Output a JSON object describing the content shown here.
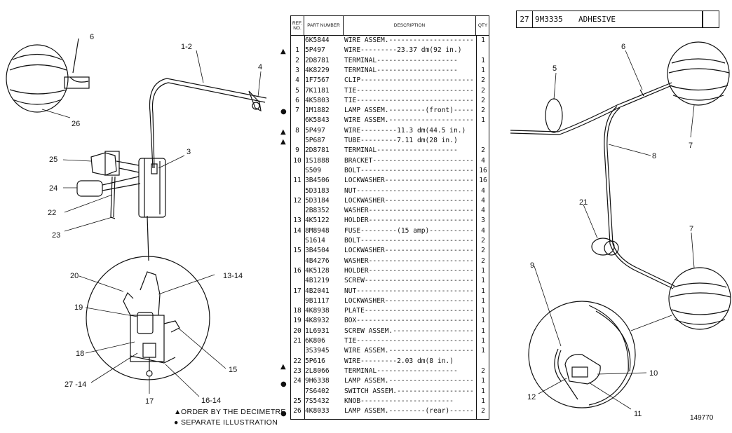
{
  "table": {
    "headers": {
      "ref": "REF. NO.",
      "part": "PART NUMBER",
      "desc": "DESCRIPTION",
      "qty": "QTY"
    },
    "rows": [
      {
        "ref": "",
        "pn": "6K5844",
        "desc": "WIRE ASSEM.---------------------",
        "qty": "1"
      },
      {
        "ref": "1",
        "pn": "5P497",
        "desc": "     WIRE---------23.37 dm(92 in.)",
        "qty": ""
      },
      {
        "ref": "2",
        "pn": "2D8781",
        "desc": "     TERMINAL--------------------",
        "qty": "1"
      },
      {
        "ref": "3",
        "pn": "4K8229",
        "desc": "     TERMINAL--------------------",
        "qty": "1"
      },
      {
        "ref": "4",
        "pn": "1F7567",
        "desc": "CLIP-----------------------------",
        "qty": "2"
      },
      {
        "ref": "5",
        "pn": "7K1181",
        "desc": "TIE------------------------------",
        "qty": "2"
      },
      {
        "ref": "6",
        "pn": "4K5803",
        "desc": "TIE------------------------------",
        "qty": "2"
      },
      {
        "ref": "7",
        "pn": "1M1882",
        "desc": "LAMP ASSEM.---------(front)------",
        "qty": "2"
      },
      {
        "ref": "",
        "pn": "6K5843",
        "desc": "WIRE ASSEM.---------------------",
        "qty": "1"
      },
      {
        "ref": "8",
        "pn": "5P497",
        "desc": "     WIRE---------11.3 dm(44.5 in.)",
        "qty": ""
      },
      {
        "ref": "",
        "pn": "5P687",
        "desc": "     TUBE---------7.11 dm(28 in.)",
        "qty": ""
      },
      {
        "ref": "9",
        "pn": "2D8781",
        "desc": "     TERMINAL--------------------",
        "qty": "2"
      },
      {
        "ref": "10",
        "pn": "1S1888",
        "desc": "BRACKET-------------------------",
        "qty": "4"
      },
      {
        "ref": "",
        "pn": "S509",
        "desc": "BOLT----------------------------",
        "qty": "16"
      },
      {
        "ref": "11",
        "pn": "3B4506",
        "desc": "LOCKWASHER----------------------",
        "qty": "16"
      },
      {
        "ref": "",
        "pn": "5D3183",
        "desc": "NUT-----------------------------",
        "qty": "4"
      },
      {
        "ref": "12",
        "pn": "5D3184",
        "desc": "LOCKWASHER----------------------",
        "qty": "4"
      },
      {
        "ref": "",
        "pn": "2B8352",
        "desc": "WASHER--------------------------",
        "qty": "4"
      },
      {
        "ref": "13",
        "pn": "4K5122",
        "desc": "HOLDER--------------------------",
        "qty": "3"
      },
      {
        "ref": "14",
        "pn": "8M8948",
        "desc": "FUSE---------(15 amp)-----------",
        "qty": "4"
      },
      {
        "ref": "",
        "pn": "S1614",
        "desc": "BOLT----------------------------",
        "qty": "2"
      },
      {
        "ref": "15",
        "pn": "3B4504",
        "desc": "LOCKWASHER----------------------",
        "qty": "2"
      },
      {
        "ref": "",
        "pn": "4B4276",
        "desc": "WASHER--------------------------",
        "qty": "2"
      },
      {
        "ref": "16",
        "pn": "4K5128",
        "desc": "HOLDER--------------------------",
        "qty": "1"
      },
      {
        "ref": "",
        "pn": "4B1219",
        "desc": "SCREW---------------------------",
        "qty": "1"
      },
      {
        "ref": "17",
        "pn": "4B2041",
        "desc": "NUT-----------------------------",
        "qty": "1"
      },
      {
        "ref": "",
        "pn": "9B1117",
        "desc": "LOCKWASHER----------------------",
        "qty": "1"
      },
      {
        "ref": "18",
        "pn": "4K8938",
        "desc": "PLATE---------------------------",
        "qty": "1"
      },
      {
        "ref": "19",
        "pn": "4K8932",
        "desc": "BOX-----------------------------",
        "qty": "1"
      },
      {
        "ref": "20",
        "pn": "1L6931",
        "desc": "SCREW ASSEM.--------------------",
        "qty": "1"
      },
      {
        "ref": "21",
        "pn": "6K806",
        "desc": "TIE------------------------------",
        "qty": "1"
      },
      {
        "ref": "",
        "pn": "3S3945",
        "desc": "WIRE ASSEM.---------------------",
        "qty": "1"
      },
      {
        "ref": "22",
        "pn": "5P616",
        "desc": "     WIRE---------2.03 dm(8 in.)",
        "qty": ""
      },
      {
        "ref": "23",
        "pn": "2L8066",
        "desc": "     TERMINAL--------------------",
        "qty": "2"
      },
      {
        "ref": "24",
        "pn": "9H6338",
        "desc": "LAMP ASSEM.---------------------",
        "qty": "1"
      },
      {
        "ref": "",
        "pn": "7S6402",
        "desc": "SWITCH ASSEM.-------------------",
        "qty": "1"
      },
      {
        "ref": "25",
        "pn": "7S5432",
        "desc": "     KNOB-----------------------",
        "qty": "1"
      },
      {
        "ref": "26",
        "pn": "4K8033",
        "desc": "LAMP ASSEM.---------(rear)------",
        "qty": "2"
      }
    ]
  },
  "extra_row": {
    "ref": "27",
    "pn": "9M3335",
    "desc": "ADHESIVE"
  },
  "legend": {
    "triangle_symbol": "▲",
    "triangle_text": "ORDER BY THE DECIMETRE",
    "circle_symbol": "●",
    "circle_text": "SEPARATE ILLUSTRATION"
  },
  "figure_number": "149770",
  "callouts": {
    "c1": "1-2",
    "c3": "3",
    "c4": "4",
    "c5": "5",
    "c6a": "6",
    "c6b": "6",
    "c7a": "7",
    "c7b": "7",
    "c8": "8",
    "c9": "9",
    "c10": "10",
    "c11": "11",
    "c12": "12",
    "c13": "13-14",
    "c15": "15",
    "c16": "16-14",
    "c17": "17",
    "c18": "18",
    "c19": "19",
    "c20": "20",
    "c21": "21",
    "c22": "22",
    "c23": "23",
    "c24": "24",
    "c25": "25",
    "c26": "26",
    "c27": "27 -14"
  }
}
